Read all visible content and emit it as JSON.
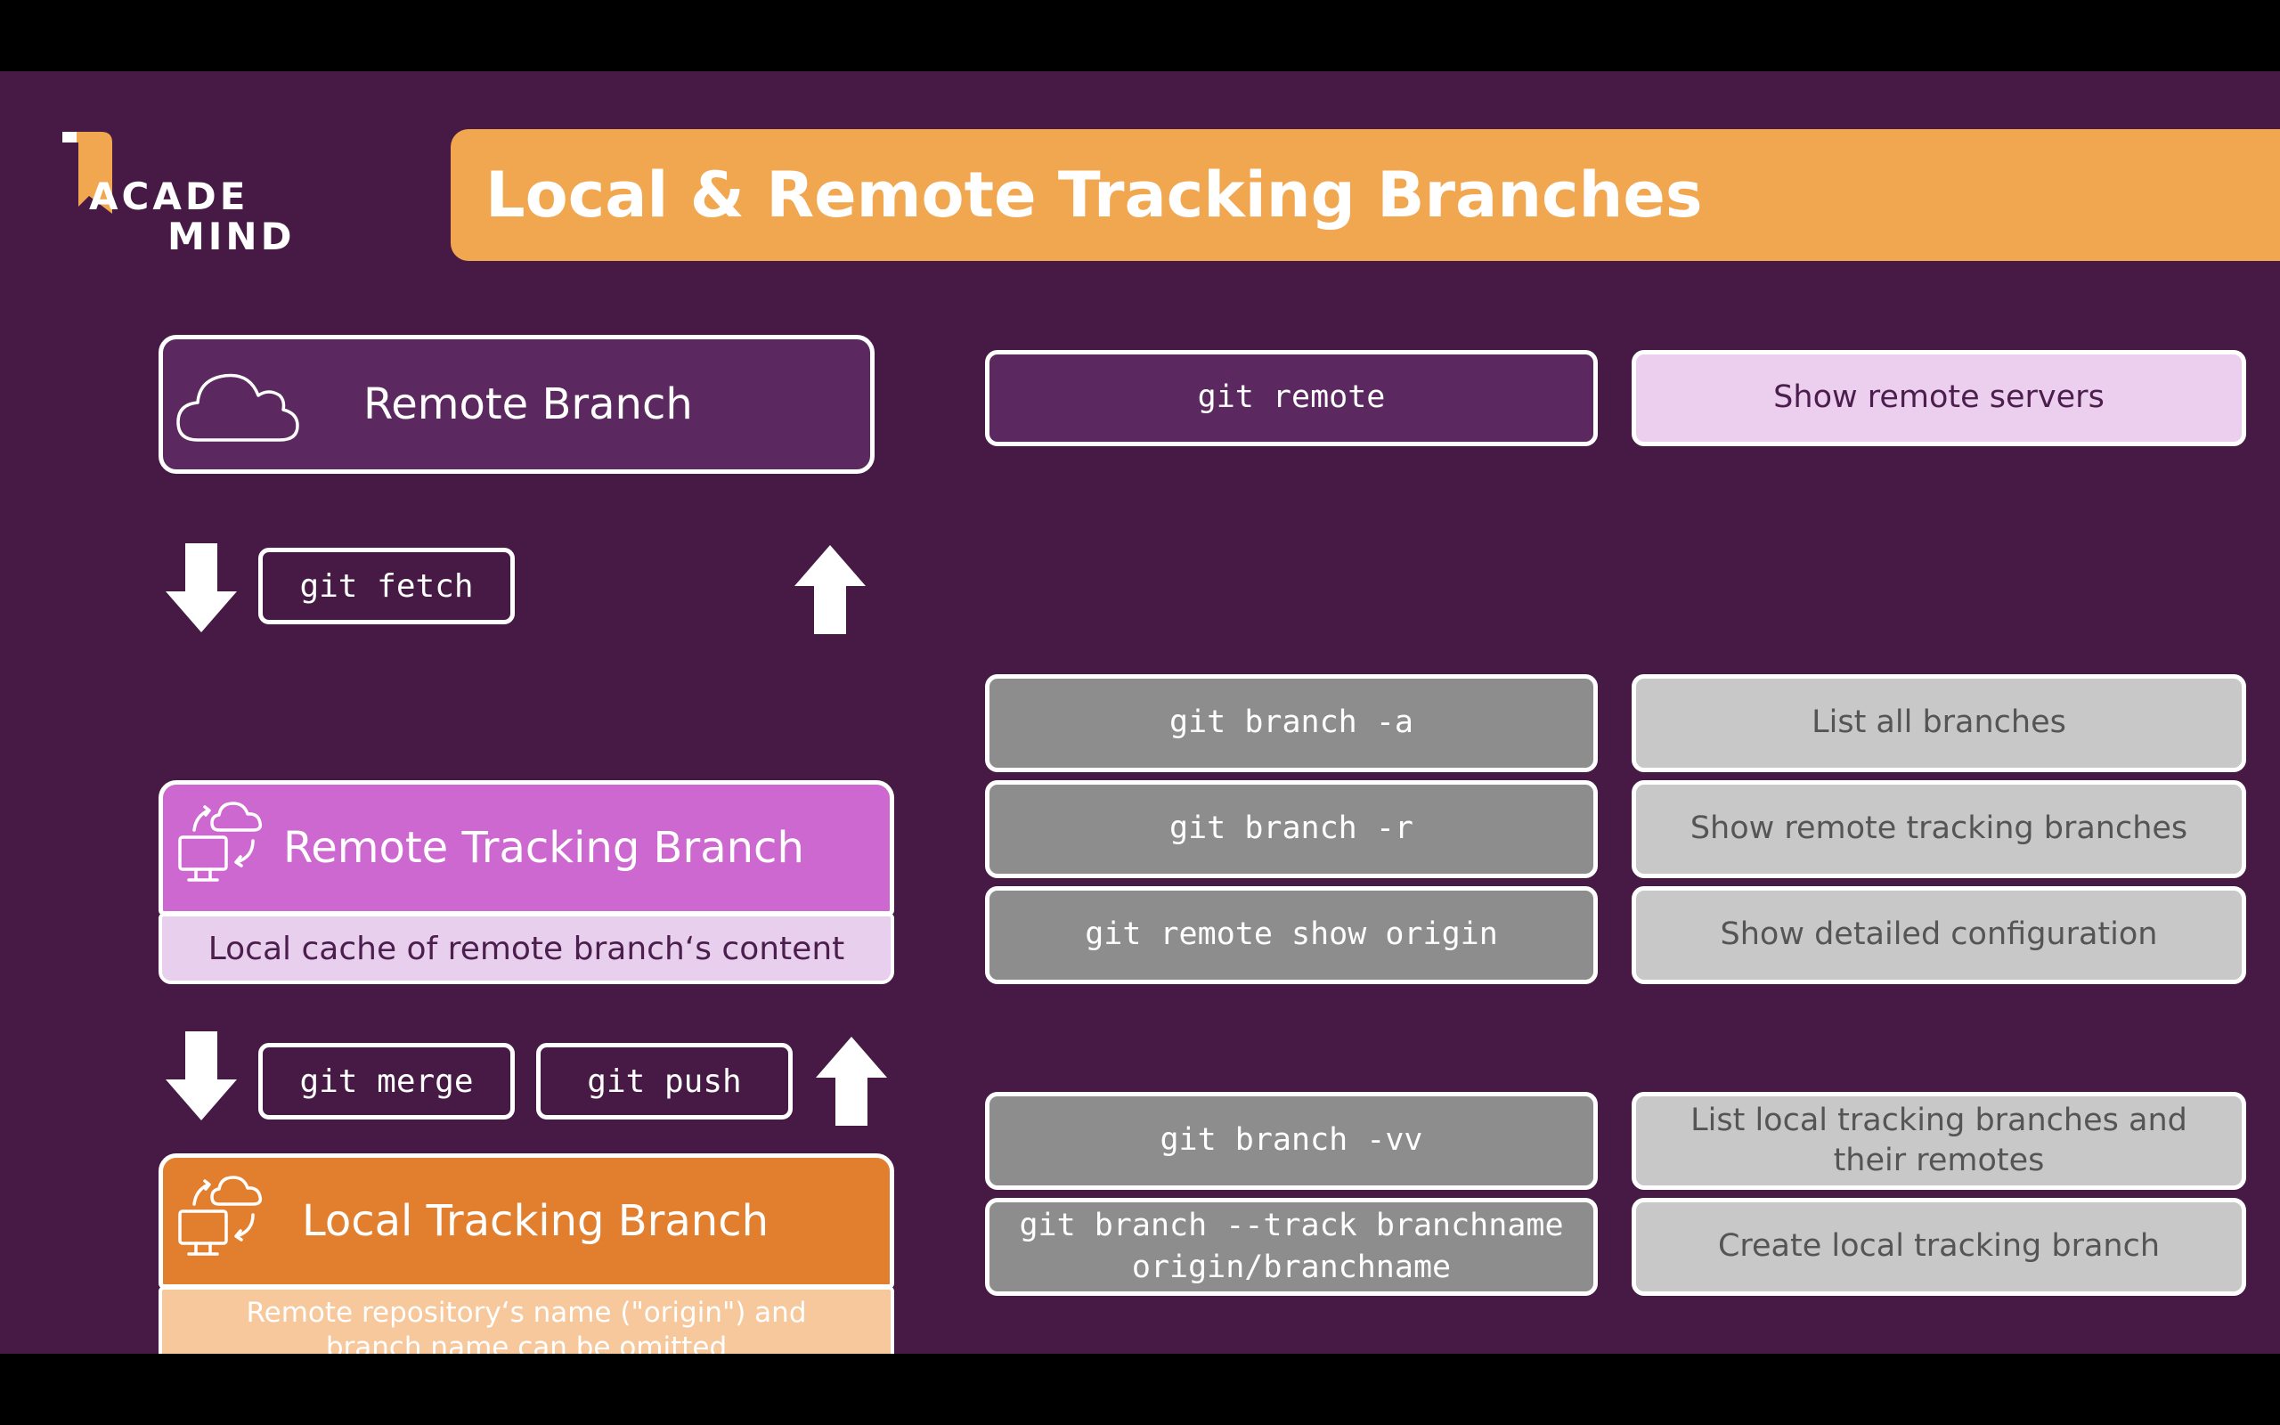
{
  "logo": {
    "line1": "ACADE",
    "line2": "MIND"
  },
  "title": "Local & Remote Tracking Branches",
  "left": {
    "remote_branch": "Remote Branch",
    "git_fetch": "git fetch",
    "remote_tracking_branch": "Remote Tracking Branch",
    "remote_tracking_note": "Local cache of remote branch‘s content",
    "git_merge": "git merge",
    "git_push": "git push",
    "local_tracking_branch": "Local Tracking Branch",
    "local_tracking_note": "Remote repository‘s name (\"origin\") and branch name can be omitted"
  },
  "commands": [
    {
      "cmd": "git remote",
      "desc": "Show remote servers"
    },
    {
      "cmd": "git branch -a",
      "desc": "List all branches"
    },
    {
      "cmd": "git branch -r",
      "desc": "Show remote tracking branches"
    },
    {
      "cmd": "git remote show origin",
      "desc": "Show detailed configuration"
    },
    {
      "cmd": "git branch -vv",
      "desc": "List local tracking branches and their remotes"
    },
    {
      "cmd": "git branch --track branchname origin/branchname",
      "desc": "Create local tracking branch"
    }
  ],
  "colors": {
    "background": "#461a45",
    "banner": "#f1a650",
    "remote_branch": "#5c2860",
    "remote_tracking": "#cc68cf",
    "local_tracking": "#e27f2f",
    "command_gray": "#8d8d8d",
    "desc_gray": "#c8c8c8",
    "desc_pink": "#eccfef"
  },
  "icons": [
    "cloud-icon",
    "computer-cloud-sync-icon",
    "arrow-down-icon",
    "arrow-up-icon"
  ]
}
